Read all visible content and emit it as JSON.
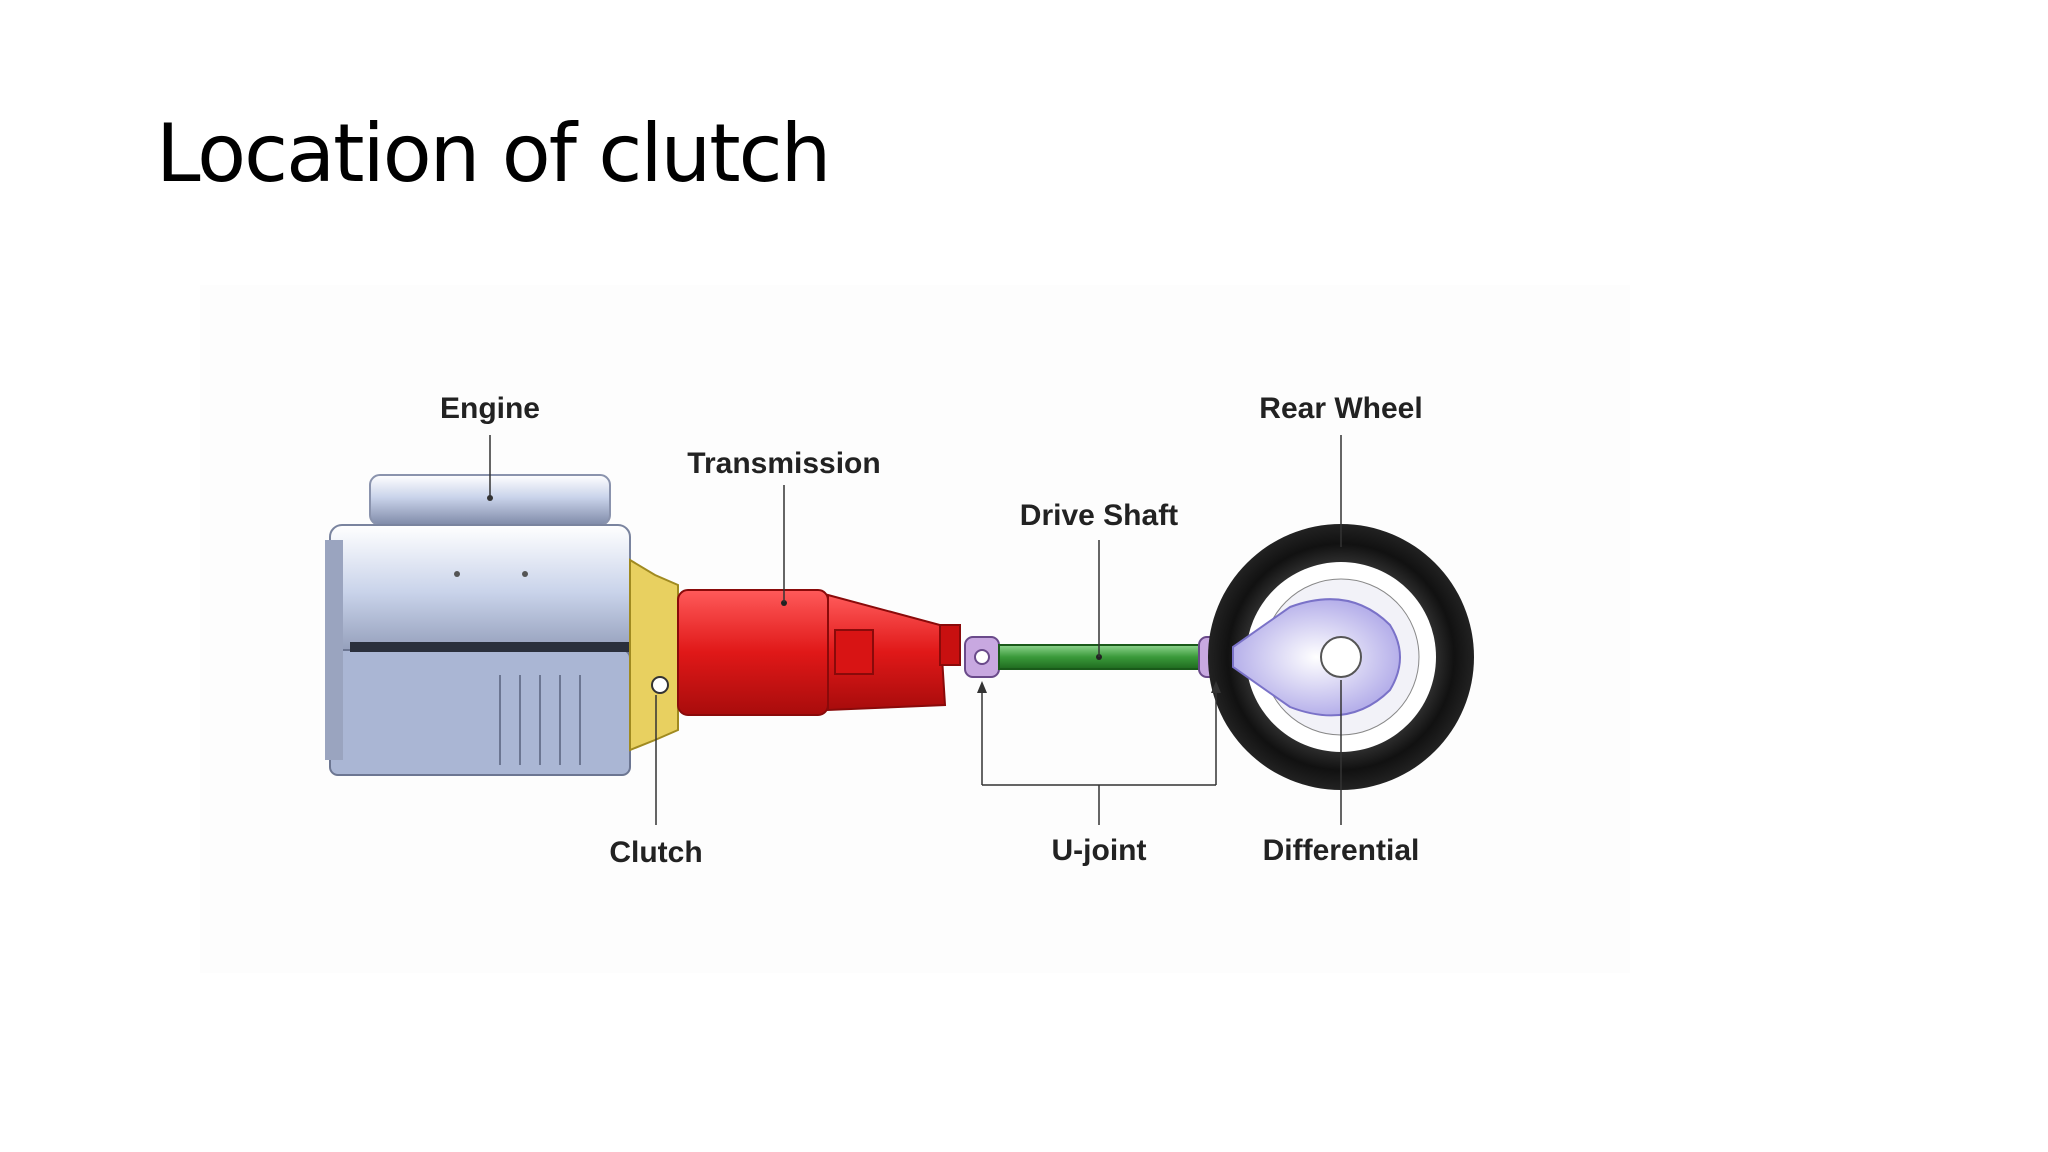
{
  "slide": {
    "title": "Location of clutch"
  },
  "diagram": {
    "labels": {
      "engine": "Engine",
      "transmission": "Transmission",
      "drive_shaft": "Drive Shaft",
      "rear_wheel": "Rear Wheel",
      "clutch": "Clutch",
      "u_joint": "U-joint",
      "differential": "Differential"
    },
    "colors": {
      "engine": "#c9d3ea",
      "clutch": "#e8d060",
      "transmission": "#e01818",
      "drive_shaft": "#3a9a3a",
      "u_joint": "#c8a8e0",
      "tire": "#111111",
      "differential": "#c8c4f0"
    }
  }
}
